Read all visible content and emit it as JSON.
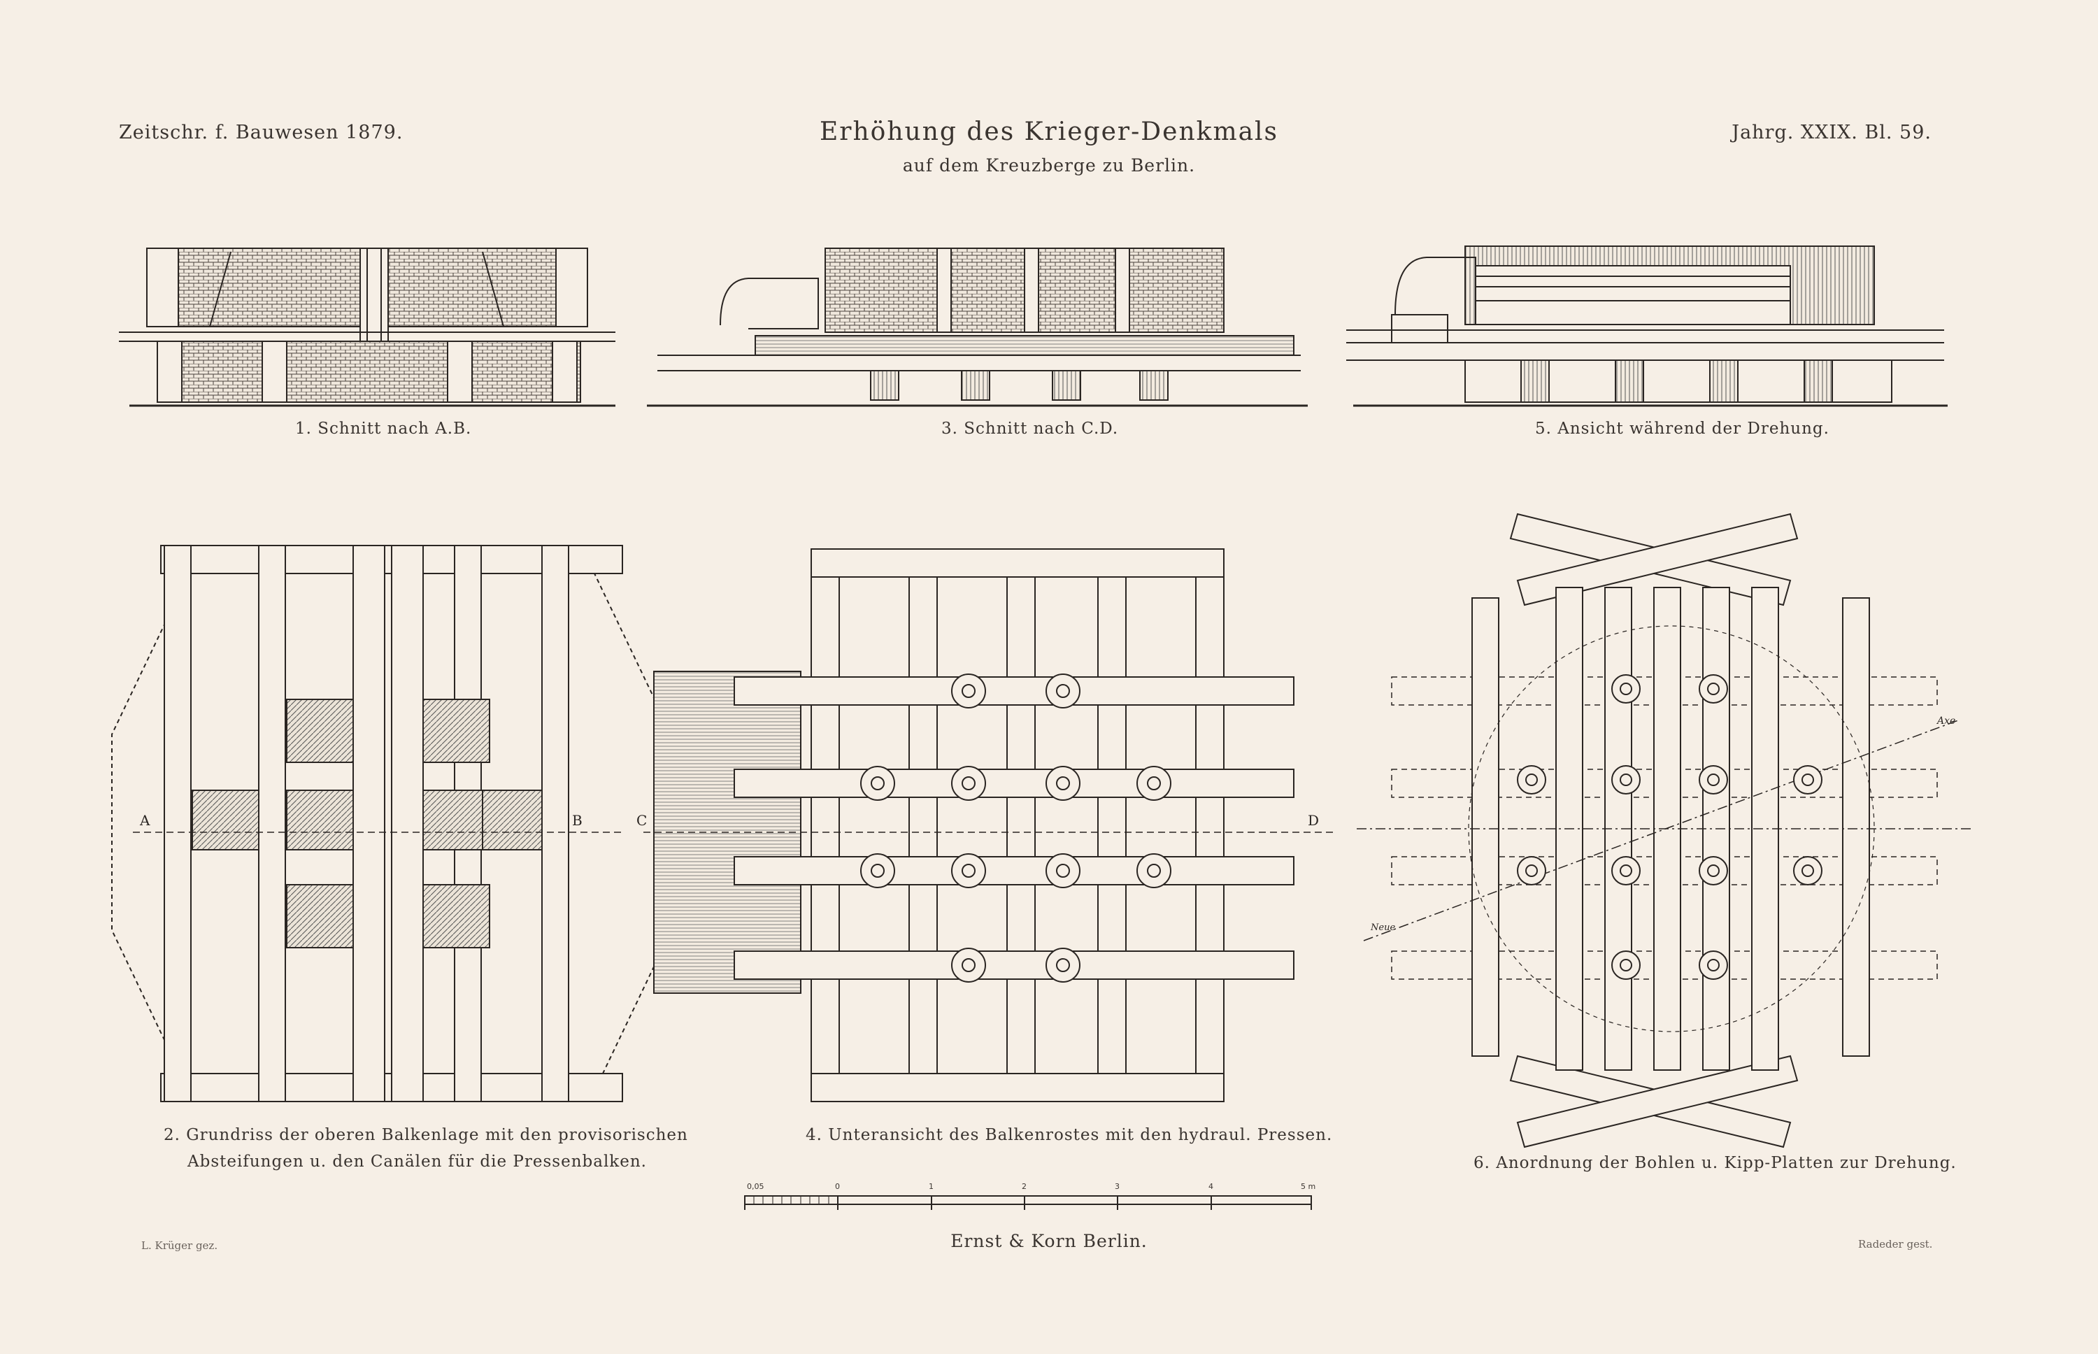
{
  "header": {
    "journal": "Zeitschr. f. Bauwesen 1879.",
    "title": "Erhöhung des Krieger-Denkmals",
    "subtitle": "auf dem Kreuzberge zu Berlin.",
    "volume": "Jahrg. XXIX. Bl. 59."
  },
  "figures": {
    "fig1": "1. Schnitt nach A.B.",
    "fig2_line1": "2. Grundriss der oberen Balkenlage mit den provisorischen",
    "fig2_line2": "Absteifungen u. den Canälen für die Pressenbalken.",
    "fig3": "3. Schnitt nach C.D.",
    "fig4": "4. Unteransicht des Balkenrostes mit den hydraul. Pressen.",
    "fig5": "5. Ansicht während der Drehung.",
    "fig6": "6. Anordnung der Bohlen u. Kipp-Platten zur Drehung."
  },
  "section_marks": {
    "a": "A",
    "b": "B",
    "c": "C",
    "d": "D"
  },
  "axis_labels": {
    "axe": "Axe",
    "neue": "Neue"
  },
  "scale": {
    "labels": [
      "0,05",
      "0",
      "1",
      "2",
      "3",
      "4",
      "5 m"
    ]
  },
  "footer": {
    "drawn_by": "L. Krüger gez.",
    "publisher": "Ernst & Korn Berlin.",
    "engraved_by": "Radeder gest."
  },
  "colors": {
    "paper": "#f6efe6",
    "ink": "#2a2522"
  }
}
